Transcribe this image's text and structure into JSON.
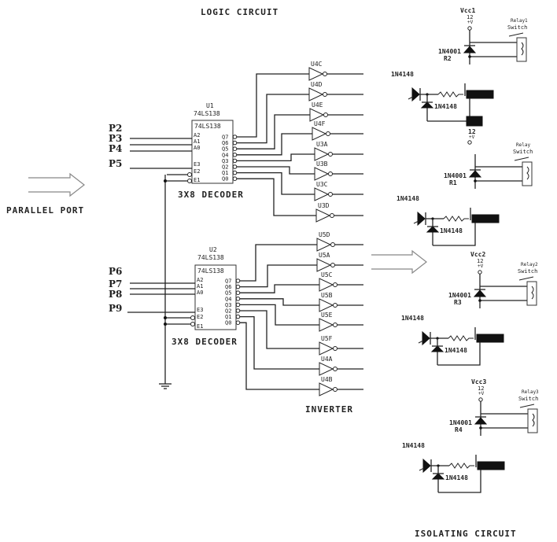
{
  "titles": {
    "logic": "LOGIC CIRCUIT",
    "inverter": "INVERTER",
    "isolating": "ISOLATING CIRCUIT",
    "parallel_port": "PARALLEL PORT"
  },
  "decoders": [
    {
      "ref": "U1",
      "part": "74LS138",
      "caption": "3X8 DECODER",
      "inputs_left": [
        "A2",
        "A1",
        "A0",
        "E3",
        "E2",
        "E1"
      ],
      "outputs_right": [
        "Q7",
        "Q6",
        "Q5",
        "Q4",
        "Q3",
        "Q2",
        "Q1",
        "Q0"
      ],
      "port_pins": [
        "P2",
        "P3",
        "P4",
        "P5"
      ]
    },
    {
      "ref": "U2",
      "part": "74LS138",
      "caption": "3X8 DECODER",
      "inputs_left": [
        "A2",
        "A1",
        "A0",
        "E3",
        "E2",
        "E1"
      ],
      "outputs_right": [
        "Q7",
        "Q6",
        "Q5",
        "Q4",
        "Q3",
        "Q2",
        "Q1",
        "Q0"
      ],
      "port_pins": [
        "P6",
        "P7",
        "P8",
        "P9"
      ]
    }
  ],
  "inverters_top": [
    "U4C",
    "U4D",
    "U4E",
    "U4F",
    "U3A",
    "U3B",
    "U3C",
    "U3D"
  ],
  "inverters_bottom": [
    "U5D",
    "U5A",
    "U5C",
    "U5B",
    "U5E",
    "U5F",
    "U4A",
    "U4B"
  ],
  "isolating_stages": [
    {
      "vcc": "Vcc1",
      "volt": "12",
      "unit": "+V",
      "relay": "Relay1",
      "switch": "Switch",
      "diode": "1N4001",
      "res": "R2",
      "opto": "1N4148",
      "clamp": "1N4148",
      "foot_volt": "12",
      "foot_unit": "+V"
    },
    {
      "vcc": "",
      "volt": "",
      "unit": "",
      "relay": "Relay",
      "switch": "Switch",
      "diode": "1N4001",
      "res": "R1",
      "opto": "1N4148",
      "clamp": "1N4148"
    },
    {
      "vcc": "Vcc2",
      "volt": "12",
      "unit": "+V",
      "relay": "Relay2",
      "switch": "Switch",
      "diode": "1N4001",
      "res": "R3",
      "opto": "1N4148",
      "clamp": "1N4148"
    },
    {
      "vcc": "Vcc3",
      "volt": "12",
      "unit": "+V",
      "relay": "Relay3",
      "switch": "Switch",
      "diode": "1N4001",
      "res": "R4",
      "opto": "1N4148",
      "clamp": "1N4148"
    }
  ]
}
